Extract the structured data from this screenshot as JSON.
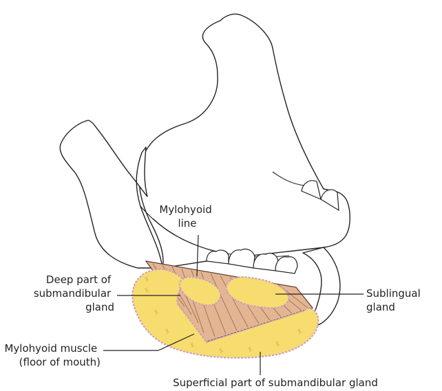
{
  "labels": {
    "mylohyoid_line": [
      "Mylohyoid",
      "line"
    ],
    "deep_part": [
      "Deep part of",
      "submandibular",
      "gland"
    ],
    "mylohyoid_muscle": [
      "Mylohyoid muscle",
      "(floor of mouth)"
    ],
    "sublingual": [
      "Sublingual",
      "gland"
    ],
    "superficial_part": [
      "Superficial part of submandibular gland"
    ]
  },
  "colors": {
    "gland_fill": "#f7dc6f",
    "gland_border": "#c9a0c6",
    "muscle_fill": "#e3b592",
    "line": "#222222"
  }
}
